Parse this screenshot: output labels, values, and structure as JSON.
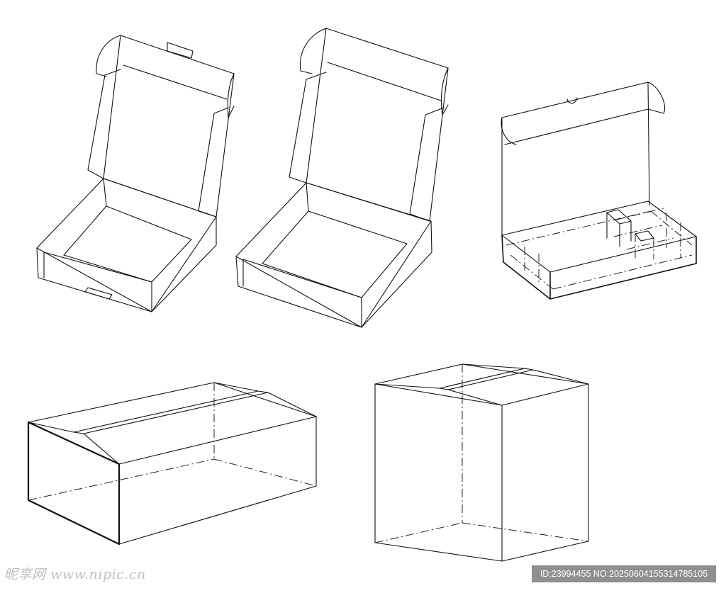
{
  "watermark": {
    "left_text": "昵享网 www.nipic.cn",
    "right_text": "ID:23994455 NO:20250604155314785105"
  },
  "colors": {
    "background": "#ffffff",
    "line": "#111111",
    "watermark_text": "#bdbdbd",
    "id_bar": "#8f8f8f"
  },
  "drawings": [
    {
      "name": "mailer-box-open-with-tab",
      "icon": "open-box-line-art"
    },
    {
      "name": "mailer-box-open",
      "icon": "open-box-line-art"
    },
    {
      "name": "tray-box-with-insert",
      "icon": "open-box-line-art"
    },
    {
      "name": "shipping-box-flat",
      "icon": "closed-box-line-art"
    },
    {
      "name": "shipping-box-tall",
      "icon": "closed-box-line-art"
    }
  ]
}
